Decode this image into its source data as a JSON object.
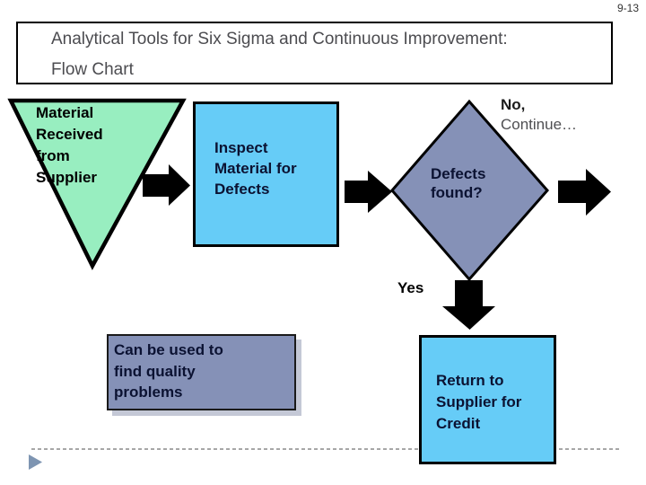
{
  "page_number": "9-13",
  "title": {
    "line1": "Analytical Tools for Six Sigma and Continuous Improvement:",
    "line2": "Flow Chart"
  },
  "flowchart": {
    "start": {
      "shape": "inverted-triangle",
      "lines": [
        "Material",
        "Received",
        "from",
        "Supplier"
      ]
    },
    "inspect": {
      "shape": "process-rectangle",
      "lines": [
        "Inspect",
        "Material for",
        "Defects"
      ]
    },
    "decision": {
      "shape": "diamond",
      "lines": [
        "Defects",
        "found?"
      ]
    },
    "no_branch": {
      "line1": "No,",
      "line2": "Continue…"
    },
    "yes_label": "Yes",
    "note": {
      "shape": "shadowed-rectangle",
      "lines": [
        "Can be used to",
        "find quality",
        "problems"
      ]
    },
    "return": {
      "shape": "process-rectangle",
      "lines": [
        "Return to",
        "Supplier for",
        "Credit"
      ]
    }
  },
  "icons": {
    "slide_bullet": "play-triangle"
  },
  "colors": {
    "start_fill": "#98EEC0",
    "process_fill": "#66CCF7",
    "decision_fill": "#8591B7",
    "note_fill": "#8591B7",
    "arrow": "#000000",
    "shadow": "#C4C8D6",
    "title_text": "#4C4C50",
    "shape_text": "#0B1232",
    "bullet": "#7E95B2",
    "dashed_line": "#8A8A8A"
  }
}
